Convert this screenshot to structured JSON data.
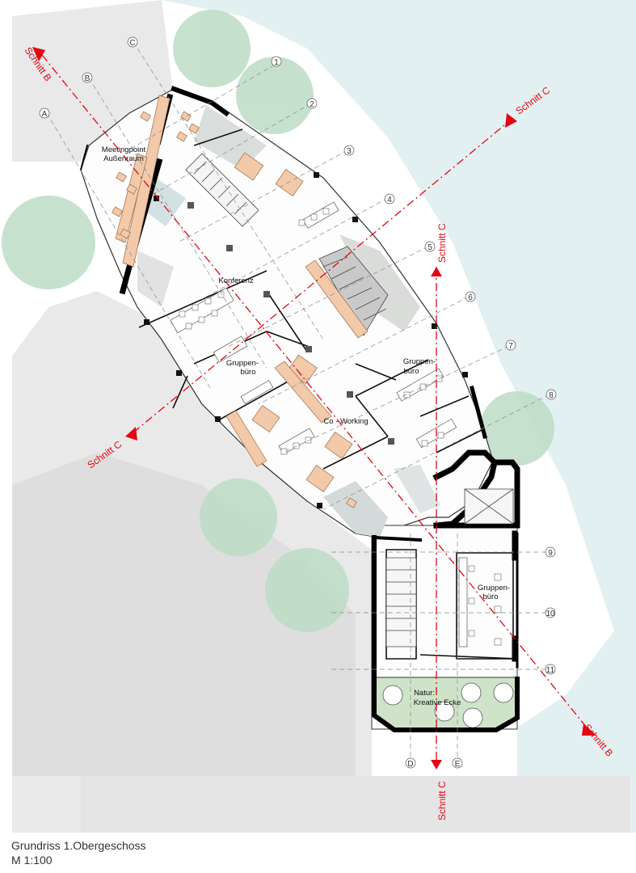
{
  "caption": {
    "title": "Grundriss 1.Obergeschoss",
    "scale": "M 1:100"
  },
  "rooms": {
    "meetingpoint_1": "Meetingpoint",
    "meetingpoint_2": "Außenraum",
    "konferenz": "Konferenz",
    "gruppenbuero_left_1": "Gruppen-",
    "gruppenbuero_left_2": "büro",
    "gruppenbuero_right_1": "Gruppen-",
    "gruppenbuero_right_2": "büro",
    "coworking": "Co - Working",
    "gruppenbuero_lower_1": "Gruppen-",
    "gruppenbuero_lower_2": "büro",
    "natur_1": "Natur:",
    "natur_2": "Kreative Ecke"
  },
  "axes": {
    "letters": [
      "A",
      "B",
      "C",
      "D",
      "E"
    ],
    "numbers": [
      "1",
      "2",
      "3",
      "4",
      "5",
      "6",
      "7",
      "8",
      "9",
      "10",
      "11"
    ]
  },
  "sections": {
    "b": "Schnitt B",
    "c": "Schnitt C"
  },
  "colors": {
    "section_line": "#e30613",
    "tree": "#bcdcc4",
    "water": "#e3f0f1",
    "paving": "#e9e9e9",
    "wood": "#f2c9a9",
    "wall": "#000000"
  }
}
